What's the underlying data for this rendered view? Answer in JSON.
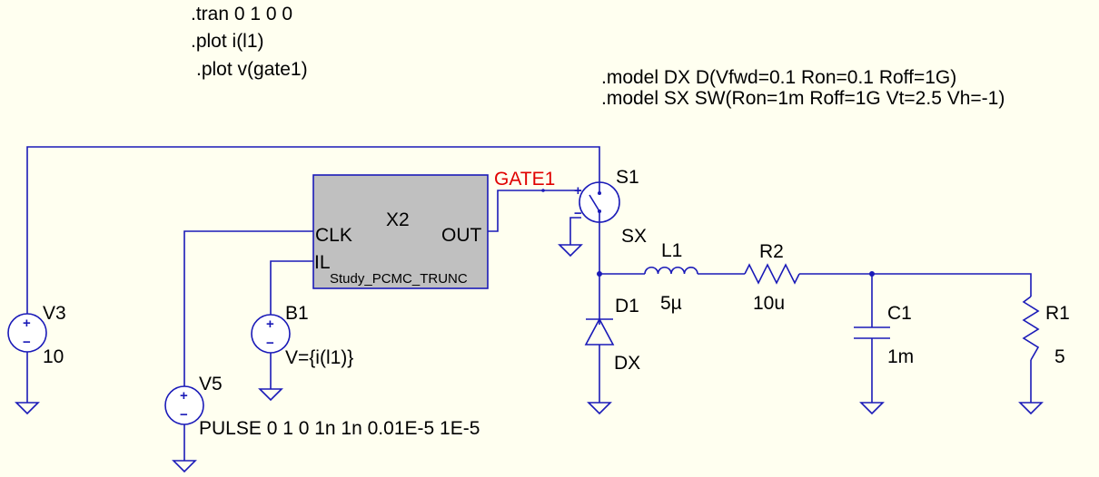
{
  "directives": {
    "tran": ".tran 0 1 0 0",
    "plot_i": ".plot i(l1)",
    "plot_v": ".plot v(gate1)",
    "model_dx": ".model DX D(Vfwd=0.1 Ron=0.1 Roff=1G)",
    "model_sx": ".model SX SW(Ron=1m Roff=1G Vt=2.5 Vh=-1)"
  },
  "net_labels": {
    "gate1": "GATE1"
  },
  "subcircuit": {
    "name": "X2",
    "type": "Study_PCMC_TRUNC",
    "pins": {
      "clk": "CLK",
      "il": "IL",
      "out": "OUT"
    }
  },
  "components": {
    "s1": {
      "name": "S1",
      "value": "SX"
    },
    "l1": {
      "name": "L1",
      "value": "5µ"
    },
    "r2": {
      "name": "R2",
      "value": "10u"
    },
    "d1": {
      "name": "D1",
      "value": "DX"
    },
    "c1": {
      "name": "C1",
      "value": "1m"
    },
    "r1": {
      "name": "R1",
      "value": "5"
    },
    "v3": {
      "name": "V3",
      "value": "10"
    },
    "b1": {
      "name": "B1",
      "value": "V={i(l1)}"
    },
    "v5": {
      "name": "V5",
      "value": "PULSE 0 1 0 1n 1n 0.01E-5 1E-5"
    }
  },
  "polarity": {
    "plus": "+",
    "minus": "−"
  },
  "colors": {
    "wire": "#1a1ab8",
    "net_label": "#e00000",
    "block_fill": "#c0c0c0",
    "background": "#fffff0"
  }
}
